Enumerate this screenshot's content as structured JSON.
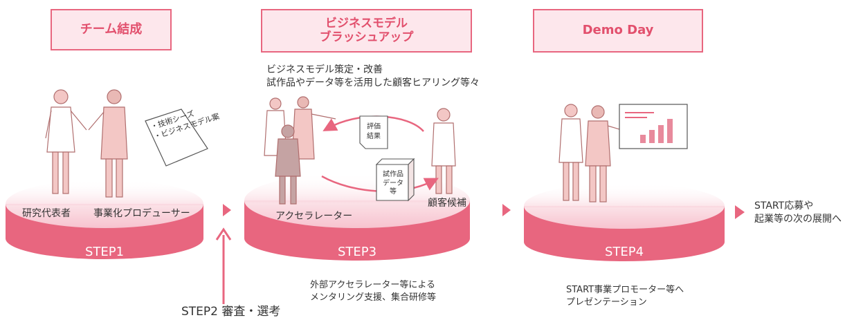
{
  "titles": {
    "team": "チーム結成",
    "brushup": "ビジネスモデル\nブラッシュアップ",
    "demo": "Demo Day"
  },
  "steps": {
    "s1": "STEP1",
    "s3": "STEP3",
    "s4": "STEP4"
  },
  "step1": {
    "researcher": "研究代表者",
    "producer": "事業化プロデューサー",
    "paper": "・技術シーズ\n・ビジネスモデル案"
  },
  "step2": {
    "label": "STEP2  審査・選考"
  },
  "step3": {
    "desc": "ビジネスモデル策定・改善\n試作品やデータ等を活用した顧客ヒアリング等々",
    "eval_doc": "評価\n結果",
    "prototype_box": "試作品\nデータ\n等",
    "customer": "顧客候補",
    "accelerator": "アクセラレーター",
    "support": "外部アクセラレーター等による\nメンタリング支援、集合研修等"
  },
  "step4": {
    "present": "START事業プロモーター等へ\nプレゼンテーション"
  },
  "next": "START応募や\n起業等の次の展開へ",
  "colors": {
    "accent": "#e8667f",
    "accent_light": "#fde7ec",
    "platform_top": "#f7c3cf",
    "platform_side": "#e8667f",
    "figure": "#f3c7c5",
    "figure_line": "#b06e6e"
  }
}
